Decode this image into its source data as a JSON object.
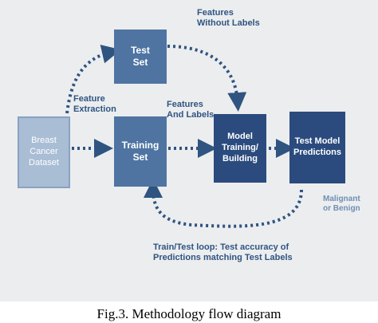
{
  "diagram": {
    "boxes": {
      "dataset": "Breast\nCancer\nDataset",
      "test_set": "Test\nSet",
      "training_set": "Training\nSet",
      "model": "Model\nTraining/\nBuilding",
      "predictions": "Test Model\nPredictions"
    },
    "labels": {
      "features_without_labels": "Features\nWithout Labels",
      "feature_extraction": "Feature\nExtraction",
      "features_and_labels": "Features\nAnd Labels",
      "malignant_or_benign": "Malignant\nor Benign",
      "train_test_loop": "Train/Test loop:  Test accuracy of\nPredictions matching  Test Labels"
    }
  },
  "caption": "Fig.3. Methodology flow diagram"
}
